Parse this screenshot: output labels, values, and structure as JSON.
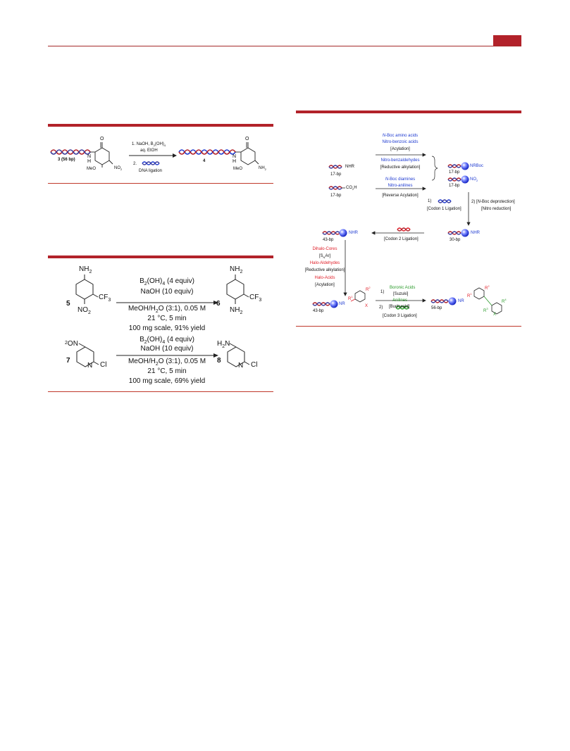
{
  "colors": {
    "accent": "#b2222a",
    "blue": "#1f3bd1",
    "red": "#e0202a",
    "green": "#2a9a2a"
  },
  "scheme_a": {
    "start_label": "3 (56 bp)",
    "start_meo": "MeO",
    "start_no2": "NO",
    "step1": "1. NaOH, B",
    "step1_tail": "(OH)",
    "step1_solvent": "aq. EtOH",
    "step2_num": "2.",
    "step2_label": "DNA ligation",
    "product_label": "4",
    "product_meo": "MeO",
    "product_nh2": "NH",
    "amide_o": "O",
    "amide_h": "H",
    "amide_n": "N"
  },
  "scheme_b": {
    "row1": {
      "sm_label": "5",
      "sm_nh2": "NH",
      "sm_cf3": "CF",
      "sm_no2": "NO",
      "product_label": "6",
      "product_nh2_top": "NH",
      "product_cf3": "CF",
      "product_nh2_bottom": "NH",
      "reagent1": "B",
      "reagent1_tail": "(OH)",
      "reagent1_equiv": "(4 equiv)",
      "reagent2": "NaOH (10 equiv)",
      "cond1": "MeOH/H",
      "cond1_tail": "O (3:1), 0.05 M",
      "cond2": "21 °C, 5 min",
      "cond3": "100 mg scale, 91% yield"
    },
    "row2": {
      "sm_label": "7",
      "sm_no2": "O",
      "sm_no2_n": "N",
      "sm_cl": "Cl",
      "sm_n": "N",
      "product_label": "8",
      "product_h2n": "H",
      "product_h2n_n": "N",
      "product_cl": "Cl",
      "product_n": "N",
      "reagent1": "B",
      "reagent1_tail": "(OH)",
      "reagent1_equiv": "(4 equiv)",
      "reagent2": "NaOH (10 equiv)",
      "cond1": "MeOH/H",
      "cond1_tail": "O (3:1), 0.05 M",
      "cond2": "21 °C, 5 min",
      "cond3": "100 mg scale, 69% yield"
    }
  },
  "scheme_c": {
    "nhr_17": "NHR",
    "bp17_a": "17-bp",
    "co2h": "CO",
    "co2h_h": "H",
    "bp17_b": "17-bp",
    "a1_nboc": "N",
    "a1_nboc_tail": "-Boc amino acids",
    "a1_nitro": "Nitro-benzoic acids",
    "a1_cond": "[Acylation]",
    "a2_nitro": "Nitro-benzaldehydes",
    "a2_cond": "[Reductive alkylation]",
    "a3_nboc": "N",
    "a3_nboc_tail": "-Boc diamines",
    "a3_nitro": "Nitro-anilines",
    "a3_cond": "[Reverse Acylation]",
    "p_nrboc": "NRBoc",
    "p_bp17_a": "17-bp",
    "p_no2": "NO",
    "p_bp17_b": "17-bp",
    "codon1_num": "1)",
    "codon1": "[Codon 1 Ligation]",
    "depro_num": "2) [",
    "depro_n": "N",
    "depro_tail": "-Boc deprotection]",
    "nitro_red": "[Nitro reduction]",
    "bp30": "30-bp",
    "nhr_30": "NHR",
    "codon2": "[Codon 2 Ligation]",
    "bp43": "43-bp",
    "nhr_43": "NHR",
    "dihalo": "Dihalo-Cores",
    "snar": "[S",
    "snar_sub": "N",
    "snar_tail": "Ar]",
    "haloald": "Halo-Aldehydes",
    "redalk": "[Reductive alkylation]",
    "haloacid": "Halo-Acids",
    "acyl": "[Acylation]",
    "bp43_b": "43-bp",
    "nr_43": "NR",
    "r1": "R",
    "r2": "R",
    "x": "X",
    "step1_num": "1)",
    "boronic": "Boronic Acids",
    "suzuki": "[Suzuki]",
    "anilines": "Anilines",
    "buchwald": "[Buchwald]",
    "step2_num": "2)",
    "codon3": "[Codon 3 Ligation]",
    "bp56": "56-bp",
    "nr_56": "NR",
    "r1b": "R",
    "r2b": "R",
    "r3": "R",
    "r4": "R",
    "xb": "X",
    "sup1": "1",
    "sup2": "2",
    "sup3": "3",
    "sup4": "4"
  }
}
